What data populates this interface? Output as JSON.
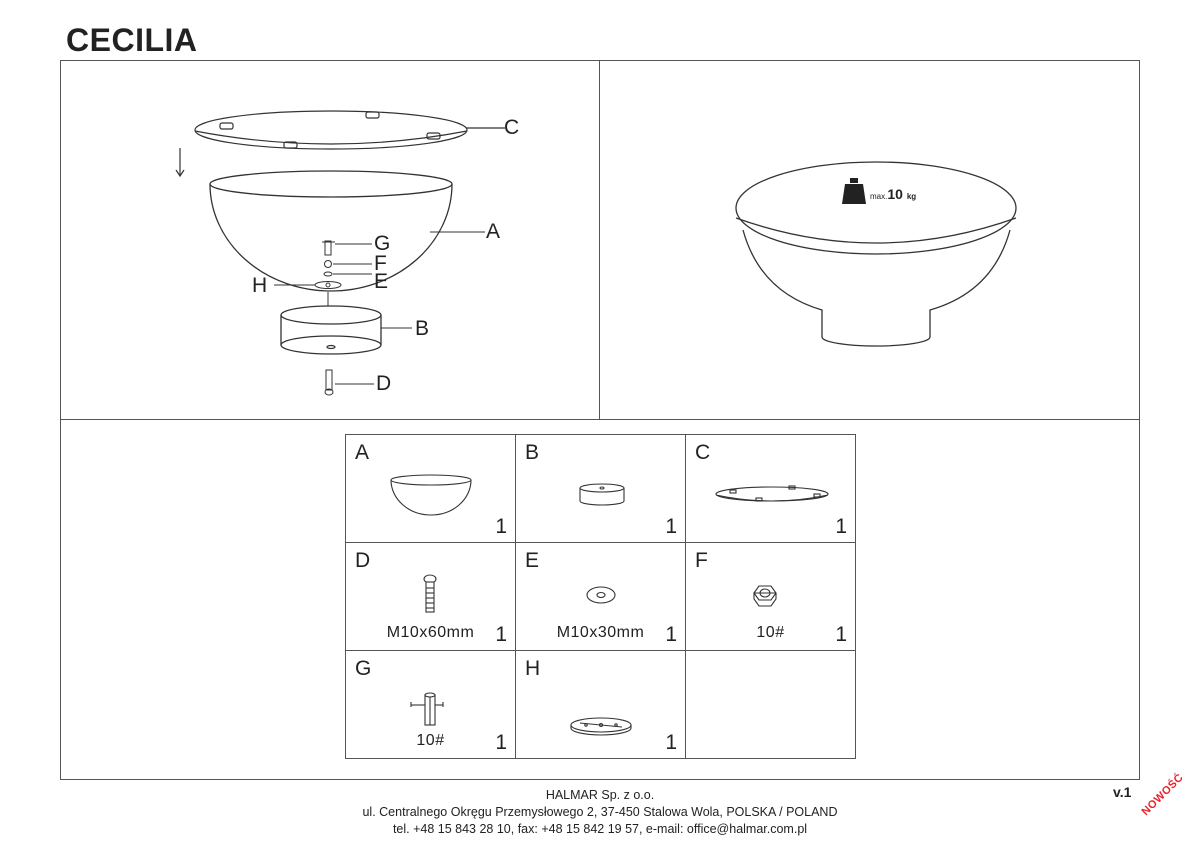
{
  "document": {
    "title": "CECILIA",
    "version": "v.1",
    "badge": "NOWOŚĆ"
  },
  "assembly": {
    "labels": {
      "a": "A",
      "b": "B",
      "c": "C",
      "d": "D",
      "e": "E",
      "f": "F",
      "g": "G",
      "h": "H"
    }
  },
  "weight_limit": {
    "prefix": "max.",
    "value": "10",
    "unit": "kg"
  },
  "parts": [
    {
      "letter": "A",
      "spec": "",
      "qty": "1"
    },
    {
      "letter": "B",
      "spec": "",
      "qty": "1"
    },
    {
      "letter": "C",
      "spec": "",
      "qty": "1"
    },
    {
      "letter": "D",
      "spec": "M10x60mm",
      "qty": "1"
    },
    {
      "letter": "E",
      "spec": "M10x30mm",
      "qty": "1"
    },
    {
      "letter": "F",
      "spec": "10#",
      "qty": "1"
    },
    {
      "letter": "G",
      "spec": "10#",
      "qty": "1"
    },
    {
      "letter": "H",
      "spec": "",
      "qty": "1"
    }
  ],
  "footer": {
    "company": "HALMAR Sp. z o.o.",
    "address": "ul. Centralnego Okręgu Przemysłowego 2, 37-450 Stalowa Wola, POLSKA / POLAND",
    "contact": "tel. +48 15 843 28 10, fax: +48 15 842 19 57, e-mail: office@halmar.com.pl"
  },
  "icons": [
    "down-arrow-icon",
    "weight-icon"
  ]
}
